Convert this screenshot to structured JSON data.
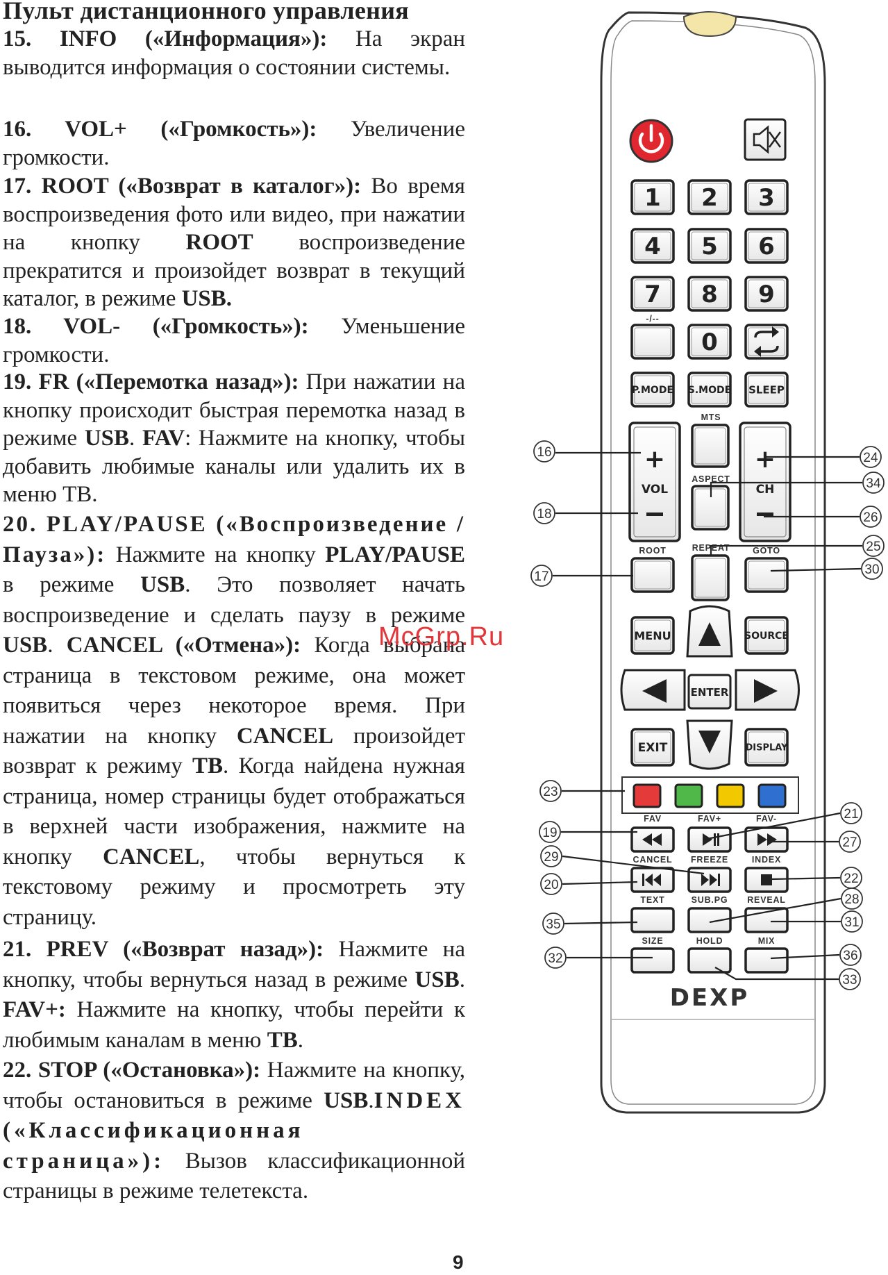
{
  "heading": "Пульт дистанционного управления",
  "page_number": "9",
  "watermark": "McGrp.Ru",
  "brand": "DEXP",
  "items": {
    "i15": {
      "label": "15.      INFO («Информация»):",
      "text": " На экран выводится информация о состоянии системы."
    },
    "i16": {
      "label": "16.      VOL+ («Громкость»):",
      "text": " Увеличение громкости."
    },
    "i17": {
      "label": "17. ROOT («Возврат в каталог»):",
      "t1": " Во время воспроизведения фото или видео, при нажатии на кнопку ",
      "k1": "ROOT",
      "t2": " воспроизведение прекратится и произойдет возврат в текущий каталог, в режиме ",
      "k2": "USB."
    },
    "i18": {
      "label": "18. VOL-  («Громкость»):",
      "text": " Уменьшение громкости."
    },
    "i19": {
      "label": "19. FR («Перемотка назад»):",
      "t1": " При нажатии на кнопку происходит быстрая перемотка назад в режиме ",
      "k1": "USB",
      "t2": ". ",
      "k2": "FAV",
      "t3": ": Нажмите на кнопку, чтобы добавить любимые каналы или удалить их в меню ТВ."
    },
    "i20": {
      "label": "20. PLAY/PAUSE («Воспроизведение /Пауза»):",
      "t1": " Нажмите на кнопку ",
      "k1": "PLAY/PAUSE",
      "t2": " в режиме ",
      "k2": "USB",
      "t3": ". Это позволяет начать воспроизведение и сделать паузу в режиме ",
      "k3": "USB",
      "t4": ". ",
      "k4": "CANCEL («Отмена»):",
      "t5": " Когда выбрана страница в текстовом режиме, она может появиться через некоторое время. При нажатии на кнопку ",
      "k5": "CANCEL",
      "t6": " произойдет возврат к режиму ",
      "k6": "ТВ",
      "t7": ". Когда найдена нужная страница, номер страницы будет отображаться в верхней части изображения, нажмите на кнопку ",
      "k7": "CANCEL",
      "t8": ", чтобы вернуться к текстовому режиму и просмотреть эту страницу."
    },
    "i21": {
      "label": "21. PREV («Возврат назад»):",
      "t1": " Нажмите на кнопку, чтобы вернуться назад в режиме ",
      "k1": "USB",
      "t2": ". ",
      "k2": "FAV+:",
      "t3": " Нажмите на кнопку, чтобы перейти к любимым каналам в меню ",
      "k3": "ТВ",
      "t4": "."
    },
    "i22": {
      "label": "22. STOP («Остановка»):",
      "t1": " Нажмите на кнопку, чтобы остановиться в режиме ",
      "k1": "USB",
      "t2": ".",
      "k2": "INDEX («Классификационная страница»):",
      "t3": " Вызов классификационной страницы в режиме телетекста."
    }
  },
  "remote": {
    "digits": [
      "1",
      "2",
      "3",
      "4",
      "5",
      "6",
      "7",
      "8",
      "9",
      "0"
    ],
    "dash_label": "-/--",
    "buttons": {
      "pmode": "P.MODE",
      "smode": "S.MODE",
      "sleep": "SLEEP",
      "mts": "MTS",
      "aspect": "ASPECT",
      "vol": "VOL",
      "ch": "CH",
      "root": "ROOT",
      "repeat": "REPEAT",
      "goto": "GOTO",
      "menu": "MENU",
      "source": "SOURCE",
      "enter": "ENTER",
      "exit": "EXIT",
      "display": "DISPLAY",
      "fav": "FAV",
      "favplus": "FAV+",
      "favminus": "FAV-",
      "cancel": "CANCEL",
      "freeze": "FREEZE",
      "index": "INDEX",
      "text": "TEXT",
      "subpg": "SUB.PG",
      "reveal": "REVEAL",
      "size": "SIZE",
      "hold": "HOLD",
      "mix": "MIX"
    },
    "color_keys": [
      "#e53a3a",
      "#4fb848",
      "#f2c800",
      "#2f6fd0"
    ],
    "power_color": "#e0262e",
    "callouts": [
      "16",
      "18",
      "17",
      "23",
      "19",
      "29",
      "20",
      "35",
      "32",
      "24",
      "34",
      "26",
      "25",
      "30",
      "21",
      "27",
      "22",
      "28",
      "31",
      "36",
      "33"
    ]
  }
}
